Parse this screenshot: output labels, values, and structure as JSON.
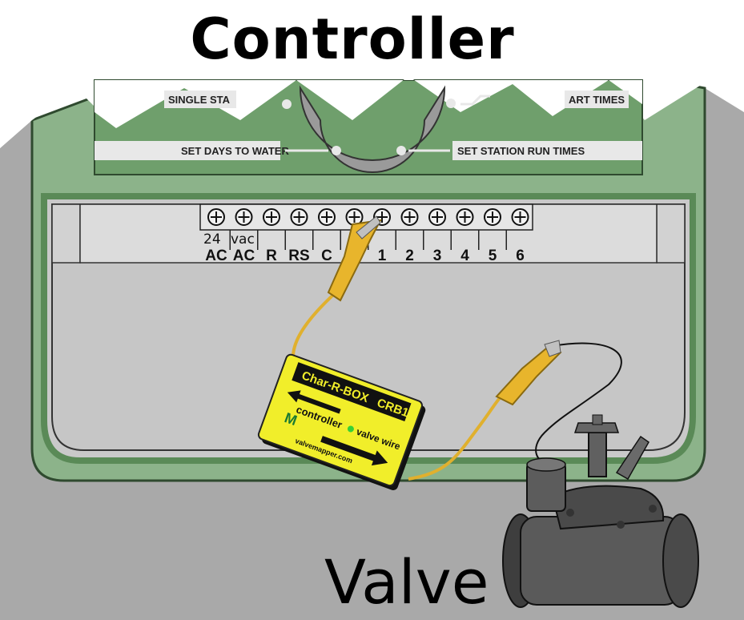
{
  "title": "Controller",
  "valve_label": "Valve",
  "panel_labels": {
    "single_station": "SINGLE STA",
    "start_times": "ART TIMES",
    "set_days": "SET DAYS TO WATER",
    "set_run_times": "SET STATION RUN TIMES"
  },
  "voltage_label": {
    "left": "24",
    "right": "vac"
  },
  "terminals": [
    "AC",
    "AC",
    "R",
    "RS",
    "C",
    "",
    "1",
    "2",
    "3",
    "4",
    "5",
    "6"
  ],
  "device": {
    "brand": "Char-R-BOX",
    "model": "CRB1",
    "left_label": "controller",
    "right_label": "valve wire",
    "url": "valvemapper.com",
    "logo": "M"
  },
  "colors": {
    "controller_green": "#8cb38a",
    "panel_green": "#6f9f6c",
    "wall_gray": "#a9a9a9",
    "clip_yellow": "#e8b52c",
    "box_yellow": "#f1ee2a",
    "valve_gray": "#4f4f4f"
  }
}
